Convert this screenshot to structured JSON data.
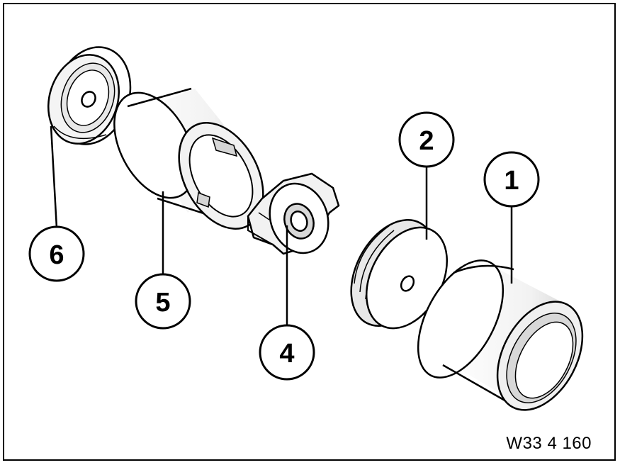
{
  "figure": {
    "reference_code": "W33 4 160"
  },
  "callouts": [
    {
      "id": "1",
      "label": "1"
    },
    {
      "id": "2",
      "label": "2"
    },
    {
      "id": "4",
      "label": "4"
    },
    {
      "id": "5",
      "label": "5"
    },
    {
      "id": "6",
      "label": "6"
    }
  ],
  "colors": {
    "line": "#000000",
    "part_fill": "#ffffff",
    "part_shade": "#e6e6e6",
    "inner_shade": "#d0d0d0"
  }
}
